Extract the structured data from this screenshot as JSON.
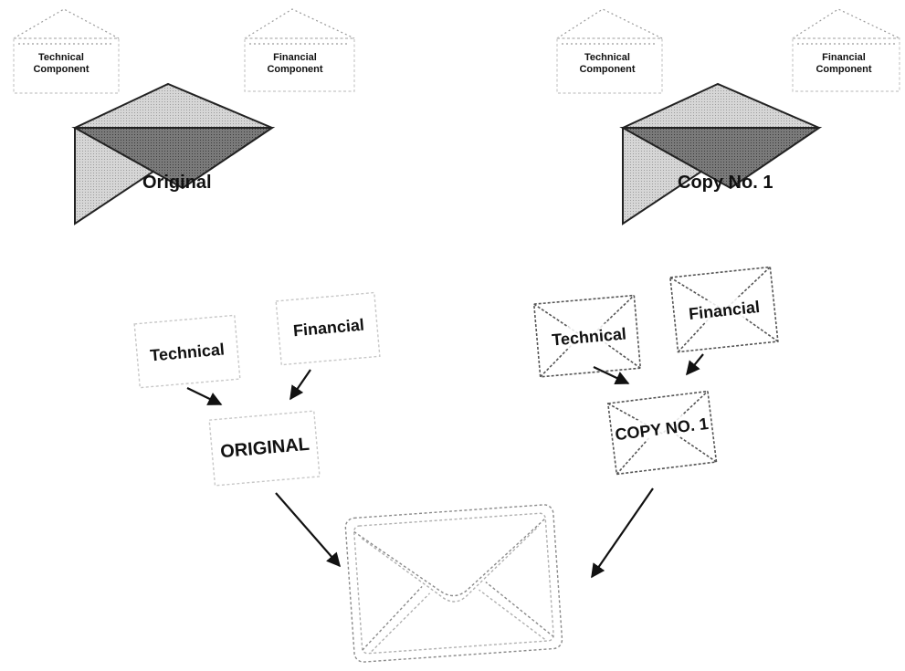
{
  "top_left": {
    "small_left_label_1": "Technical",
    "small_left_label_2": "Component",
    "small_right_label_1": "Financial",
    "small_right_label_2": "Component",
    "big_label": "Original"
  },
  "top_right": {
    "small_left_label_1": "Technical",
    "small_left_label_2": "Component",
    "small_right_label_1": "Financial",
    "small_right_label_2": "Component",
    "big_label": "Copy No. 1"
  },
  "bottom_left": {
    "technical_label": "Technical",
    "financial_label": "Financial",
    "combined_label": "ORIGINAL"
  },
  "bottom_right": {
    "technical_label": "Technical",
    "financial_label": "Financial",
    "combined_label": "COPY NO. 1"
  },
  "colors": {
    "envelope_light": "#cfcfcf",
    "envelope_dark": "#6e6e6e",
    "outline": "#222222",
    "arrow": "#111111"
  }
}
